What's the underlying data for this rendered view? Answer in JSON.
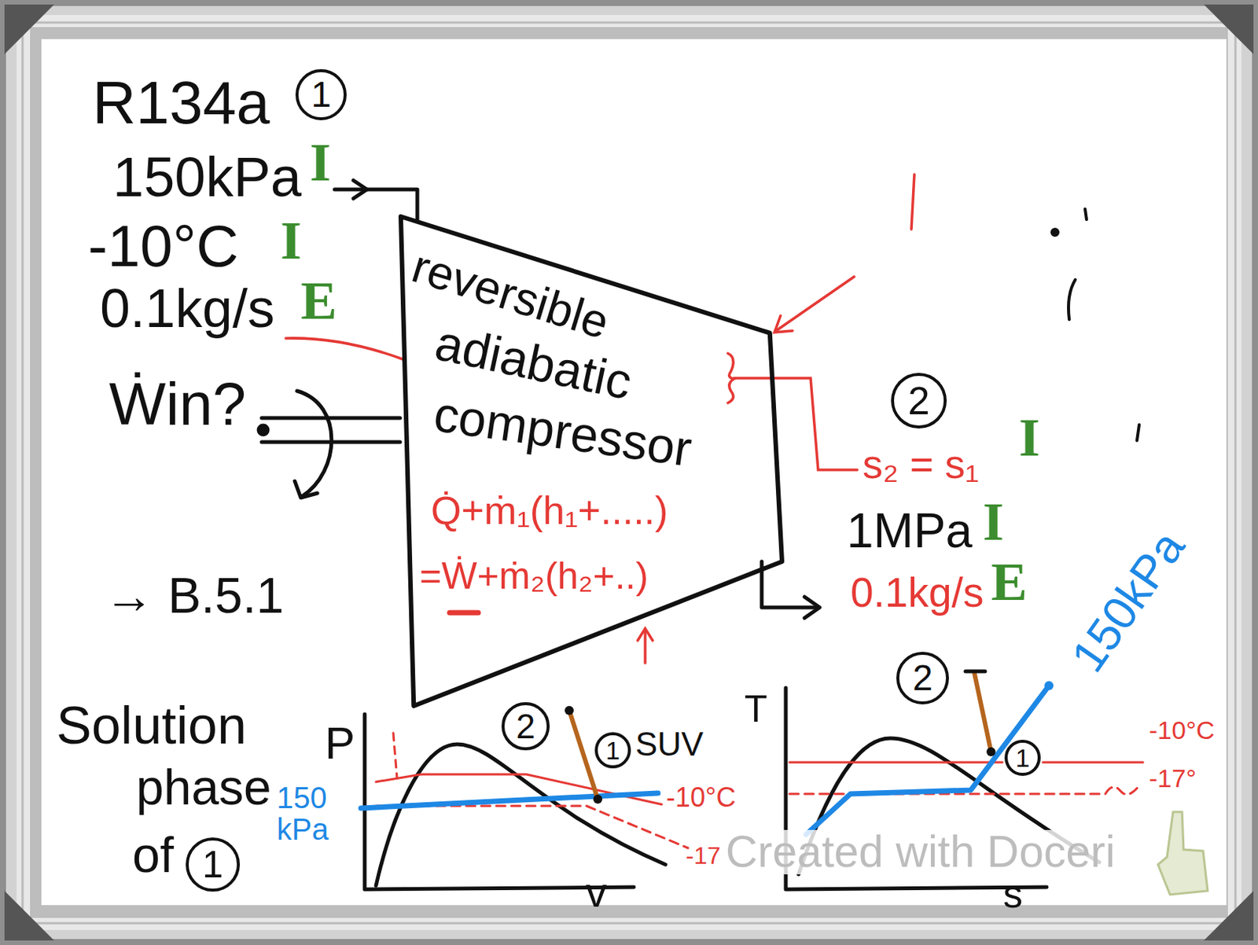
{
  "diagram": {
    "nodes": [
      {
        "text": [
          "1"
        ]
      },
      {
        "text": [
          "reversible",
          "adiabatic",
          "compressor",
          "Q̇+ṁ₁(h₁+.....)",
          "=Ẇ+ṁ₂(h₂+..)"
        ]
      },
      {
        "text": [
          "2"
        ]
      },
      {
        "text": [
          "1"
        ]
      },
      {
        "text": [
          "2"
        ]
      },
      {
        "text": [
          "1"
        ]
      },
      {
        "text": [
          "2"
        ]
      },
      {
        "text": [
          "1"
        ]
      }
    ],
    "labels": [
      "R134a",
      "150kPa",
      "I",
      "-10°C",
      "I",
      "0.1kg/s",
      "E",
      "Ẇin?",
      "→ B.5.1",
      "s₂ = s₁",
      "I",
      "1MPa",
      "I",
      "0.1kg/s",
      "E",
      "150kPa",
      "Solution",
      "phase",
      "of",
      "P",
      "150 kPa",
      "SUV",
      "-10°C",
      "-17",
      "v",
      "T",
      "-10°C",
      "-17°",
      "s",
      "Created with Doceri"
    ]
  }
}
